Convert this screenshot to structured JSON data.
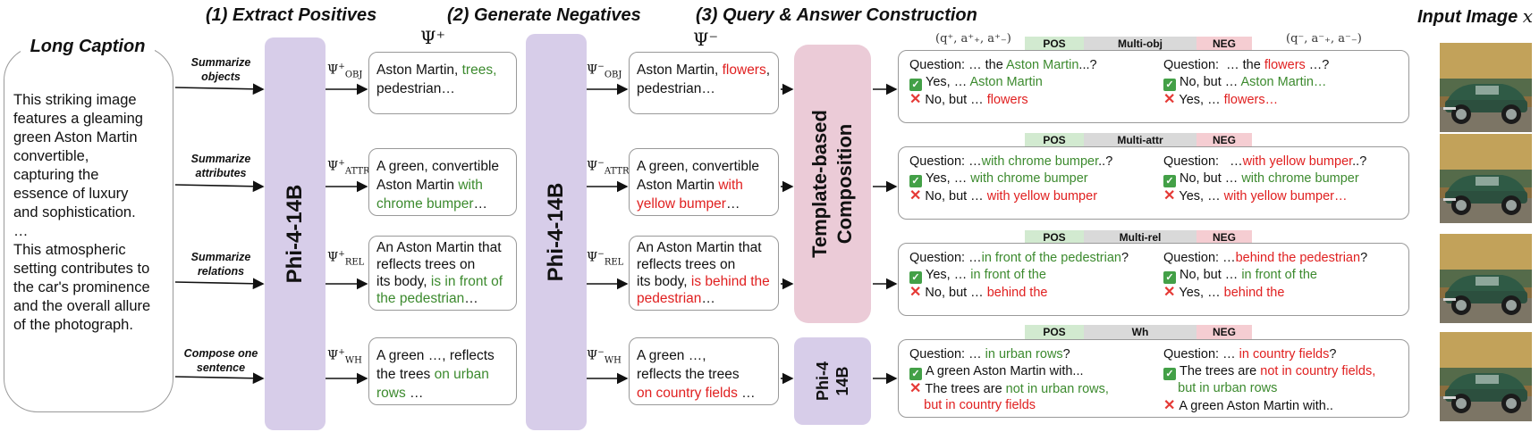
{
  "stages": {
    "extract": "(1) Extract Positives",
    "generate": "(2) Generate Negatives",
    "query": "(3) Query & Answer Construction",
    "input": "Input Image"
  },
  "input_symbol": "x",
  "caption": {
    "title": "Long Caption",
    "lines": [
      "This striking image",
      "features a gleaming",
      "green Aston Martin",
      "convertible,",
      "capturing the",
      "essence of luxury",
      "and sophistication.",
      "…",
      "This atmospheric",
      "setting contributes to",
      "the car's prominence",
      "and the overall allure",
      "of the photograph."
    ]
  },
  "row_labels": [
    [
      "Summarize",
      "objects"
    ],
    [
      "Summarize",
      "attributes"
    ],
    [
      "Summarize",
      "relations"
    ],
    [
      "Compose one",
      "sentence"
    ]
  ],
  "models": {
    "extract": "Phi-4-14B",
    "generate": "Phi-4-14B",
    "template": [
      "Template-based",
      "Composition"
    ],
    "small": [
      "Phi-4",
      "14B"
    ]
  },
  "psi_pos": "Ψ⁺",
  "psi_neg": "Ψ⁻",
  "psi_sym": "Ψ",
  "pos_sup": "+",
  "neg_sup": "−",
  "row_subs": [
    "OBJ",
    "ATTR",
    "REL",
    "WH"
  ],
  "pos_boxes": [
    {
      "lines": [
        [
          [
            "Aston Martin, ",
            "k"
          ],
          [
            "trees,",
            "g"
          ]
        ],
        [
          [
            "pedestrian…",
            "k"
          ]
        ]
      ]
    },
    {
      "lines": [
        [
          [
            "A green, convertible",
            "k"
          ]
        ],
        [
          [
            "Aston Martin ",
            "k"
          ],
          [
            "with",
            "g"
          ]
        ],
        [
          [
            "chrome bumper",
            "g"
          ],
          [
            "…",
            "k"
          ]
        ]
      ]
    },
    {
      "lines": [
        [
          [
            "An Aston Martin that",
            "k"
          ]
        ],
        [
          [
            "reflects trees on",
            "k"
          ]
        ],
        [
          [
            "its body, ",
            "k"
          ],
          [
            "is in front of",
            "g"
          ]
        ],
        [
          [
            "the pedestrian",
            "g"
          ],
          [
            "…",
            "k"
          ]
        ]
      ]
    },
    {
      "lines": [
        [
          [
            "A green …, reflects",
            "k"
          ]
        ],
        [
          [
            "the trees ",
            "k"
          ],
          [
            "on urban",
            "g"
          ]
        ],
        [
          [
            "rows",
            "g"
          ],
          [
            " …",
            "k"
          ]
        ]
      ]
    }
  ],
  "neg_boxes": [
    {
      "lines": [
        [
          [
            "Aston Martin, ",
            "k"
          ],
          [
            "flowers",
            "r"
          ],
          [
            ",",
            "k"
          ]
        ],
        [
          [
            "pedestrian…",
            "k"
          ]
        ]
      ]
    },
    {
      "lines": [
        [
          [
            "A green, convertible",
            "k"
          ]
        ],
        [
          [
            "Aston Martin ",
            "k"
          ],
          [
            "with",
            "r"
          ]
        ],
        [
          [
            "yellow bumper",
            "r"
          ],
          [
            "…",
            "k"
          ]
        ]
      ]
    },
    {
      "lines": [
        [
          [
            "An Aston Martin that",
            "k"
          ]
        ],
        [
          [
            "reflects trees on",
            "k"
          ]
        ],
        [
          [
            "its body, ",
            "k"
          ],
          [
            "is behind the",
            "r"
          ]
        ],
        [
          [
            "pedestrian",
            "r"
          ],
          [
            "…",
            "k"
          ]
        ]
      ]
    },
    {
      "lines": [
        [
          [
            "A green …,",
            "k"
          ]
        ],
        [
          [
            "reflects the trees",
            "k"
          ]
        ],
        [
          [
            "on country fields",
            "r"
          ],
          [
            " …",
            "k"
          ]
        ]
      ]
    }
  ],
  "qa_header": {
    "pos": "(q⁺, a⁺₊, a⁺₋)",
    "neg": "(q⁻, a⁻₊, a⁻₋)"
  },
  "qa": [
    {
      "tags": [
        "POS",
        "Multi-obj",
        "NEG"
      ],
      "left": [
        [
          [
            "Question: … the ",
            "k"
          ],
          [
            "Aston Martin",
            "g"
          ],
          [
            "...?",
            "k"
          ]
        ],
        [
          [
            "@ok",
            "k"
          ],
          [
            "Yes, … ",
            "k"
          ],
          [
            "Aston Martin",
            "g"
          ]
        ],
        [
          [
            "@no",
            "k"
          ],
          [
            "No, but … ",
            "k"
          ],
          [
            "flowers",
            "r"
          ]
        ]
      ],
      "right": [
        [
          [
            "Question:  … the ",
            "k"
          ],
          [
            "flowers",
            "r"
          ],
          [
            " …?",
            "k"
          ]
        ],
        [
          [
            "@ok",
            "k"
          ],
          [
            "No, but … ",
            "k"
          ],
          [
            "Aston Martin…",
            "g"
          ]
        ],
        [
          [
            "@no",
            "k"
          ],
          [
            "Yes, … ",
            "k"
          ],
          [
            "flowers…",
            "r"
          ]
        ]
      ]
    },
    {
      "tags": [
        "POS",
        "Multi-attr",
        "NEG"
      ],
      "left": [
        [
          [
            "Question: …",
            "k"
          ],
          [
            "with chrome bumper",
            "g"
          ],
          [
            "..?",
            "k"
          ]
        ],
        [
          [
            "@ok",
            "k"
          ],
          [
            "Yes, … ",
            "k"
          ],
          [
            "with chrome bumper",
            "g"
          ]
        ],
        [
          [
            "@no",
            "k"
          ],
          [
            "No, but … ",
            "k"
          ],
          [
            "with yellow bumper",
            "r"
          ]
        ]
      ],
      "right": [
        [
          [
            "Question:   …",
            "k"
          ],
          [
            "with yellow bumper",
            "r"
          ],
          [
            "..?",
            "k"
          ]
        ],
        [
          [
            "@ok",
            "k"
          ],
          [
            "No, but … ",
            "k"
          ],
          [
            "with chrome bumper",
            "g"
          ]
        ],
        [
          [
            "@no",
            "k"
          ],
          [
            "Yes, … ",
            "k"
          ],
          [
            "with yellow bumper…",
            "r"
          ]
        ]
      ]
    },
    {
      "tags": [
        "POS",
        "Multi-rel",
        "NEG"
      ],
      "left": [
        [
          [
            "Question: …",
            "k"
          ],
          [
            "in front of the pedestrian",
            "g"
          ],
          [
            "?",
            "k"
          ]
        ],
        [
          [
            "@ok",
            "k"
          ],
          [
            "Yes, … ",
            "k"
          ],
          [
            "in front of the",
            "g"
          ]
        ],
        [
          [
            "@no",
            "k"
          ],
          [
            "No, but … ",
            "k"
          ],
          [
            "behind the",
            "r"
          ]
        ]
      ],
      "right": [
        [
          [
            "Question: …",
            "k"
          ],
          [
            "behind the pedestrian",
            "r"
          ],
          [
            "?",
            "k"
          ]
        ],
        [
          [
            "@ok",
            "k"
          ],
          [
            "No, but … ",
            "k"
          ],
          [
            "in front of the",
            "g"
          ]
        ],
        [
          [
            "@no",
            "k"
          ],
          [
            "Yes, … ",
            "k"
          ],
          [
            "behind the",
            "r"
          ]
        ]
      ]
    },
    {
      "tags": [
        "POS",
        "Wh",
        "NEG"
      ],
      "left": [
        [
          [
            "Question: … ",
            "k"
          ],
          [
            "in urban rows",
            "g"
          ],
          [
            "?",
            "k"
          ]
        ],
        [
          [
            "@ok",
            "k"
          ],
          [
            "A green Aston Martin with...",
            "k"
          ]
        ],
        [
          [
            "@no",
            "k"
          ],
          [
            "The trees are ",
            "k"
          ],
          [
            "not in urban rows,",
            "g"
          ]
        ],
        [
          [
            "    ",
            "k"
          ],
          [
            "but in country fields",
            "r"
          ]
        ]
      ],
      "right": [
        [
          [
            "Question: … ",
            "k"
          ],
          [
            "in country fields",
            "r"
          ],
          [
            "?",
            "k"
          ]
        ],
        [
          [
            "@ok",
            "k"
          ],
          [
            "The trees are ",
            "k"
          ],
          [
            "not in country fields,",
            "r"
          ]
        ],
        [
          [
            "    ",
            "k"
          ],
          [
            "but in urban rows",
            "g"
          ]
        ],
        [
          [
            "@no",
            "k"
          ],
          [
            "A green Aston Martin with..",
            "k"
          ]
        ]
      ]
    }
  ],
  "colors": {
    "green": "#3c8a2e",
    "red": "#e02020",
    "phi": "#d7cde9",
    "template": "#ebcbd7",
    "pos_tag": "#d2ead0",
    "neg_tag": "#f5cdd2"
  }
}
